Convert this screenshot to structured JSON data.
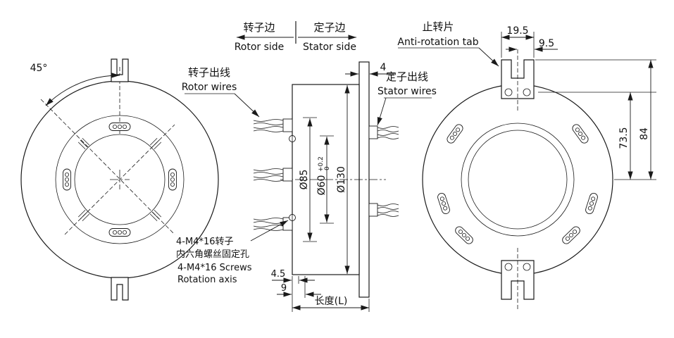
{
  "labels": {
    "rotor_side_zh": "转子边",
    "rotor_side_en": "Rotor side",
    "stator_side_zh": "定子边",
    "stator_side_en": "Stator side",
    "anti_rotation_tab_zh": "止转片",
    "anti_rotation_tab_en": "Anti-rotation tab",
    "rotor_wires_zh": "转子出线",
    "rotor_wires_en": "Rotor wires",
    "stator_wires_zh": "定子出线",
    "stator_wires_en": "Stator wires",
    "screws_note_zh1": "4-M4*16转子",
    "screws_note_zh2": "内六角螺丝固定孔",
    "screws_note_en1": "4-M4*16 Screws",
    "screws_note_en2": "Rotation axis"
  },
  "dimensions": {
    "angle_45": "45°",
    "flange_thickness": "4",
    "dia_rotor_boss": "Ø85",
    "dia_bore": "Ø60",
    "dia_bore_tol_upper": "+0.2",
    "dia_bore_tol_lower": "0",
    "dia_body": "Ø130",
    "tab_width": "19.5",
    "tab_half_width": "9.5",
    "hole_center_height": "73.5",
    "tab_top_height": "84",
    "screw_offset_a": "4.5",
    "screw_offset_b": "9",
    "length": "长度(L)"
  }
}
